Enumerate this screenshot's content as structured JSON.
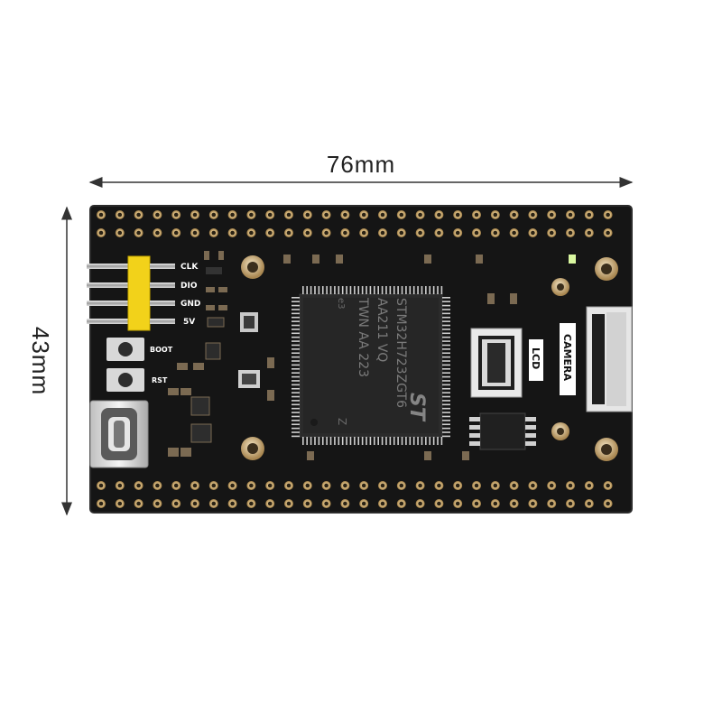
{
  "dimensions": {
    "width_label": "76mm",
    "height_label": "43mm"
  },
  "board": {
    "header_pins": [
      "CLK",
      "DIO",
      "GND",
      "5V"
    ],
    "buttons": [
      "BOOT",
      "RST"
    ],
    "connectors": {
      "lcd": "LCD",
      "camera": "CAMERA"
    },
    "mcu_marking": {
      "line1": "STM32H723ZGT6",
      "line2": "AA211 VQ",
      "line3": "TWN AA 223",
      "line4": "e3",
      "line5": "Z",
      "logo": "ST"
    }
  },
  "colors": {
    "pcb": "#141414",
    "silkscreen": "#ffffff",
    "pad_gold": "#c9a96a",
    "header_yellow": "#f5d60a",
    "pin_silver": "#c8c8c8",
    "chip": "#2a2a2a"
  }
}
